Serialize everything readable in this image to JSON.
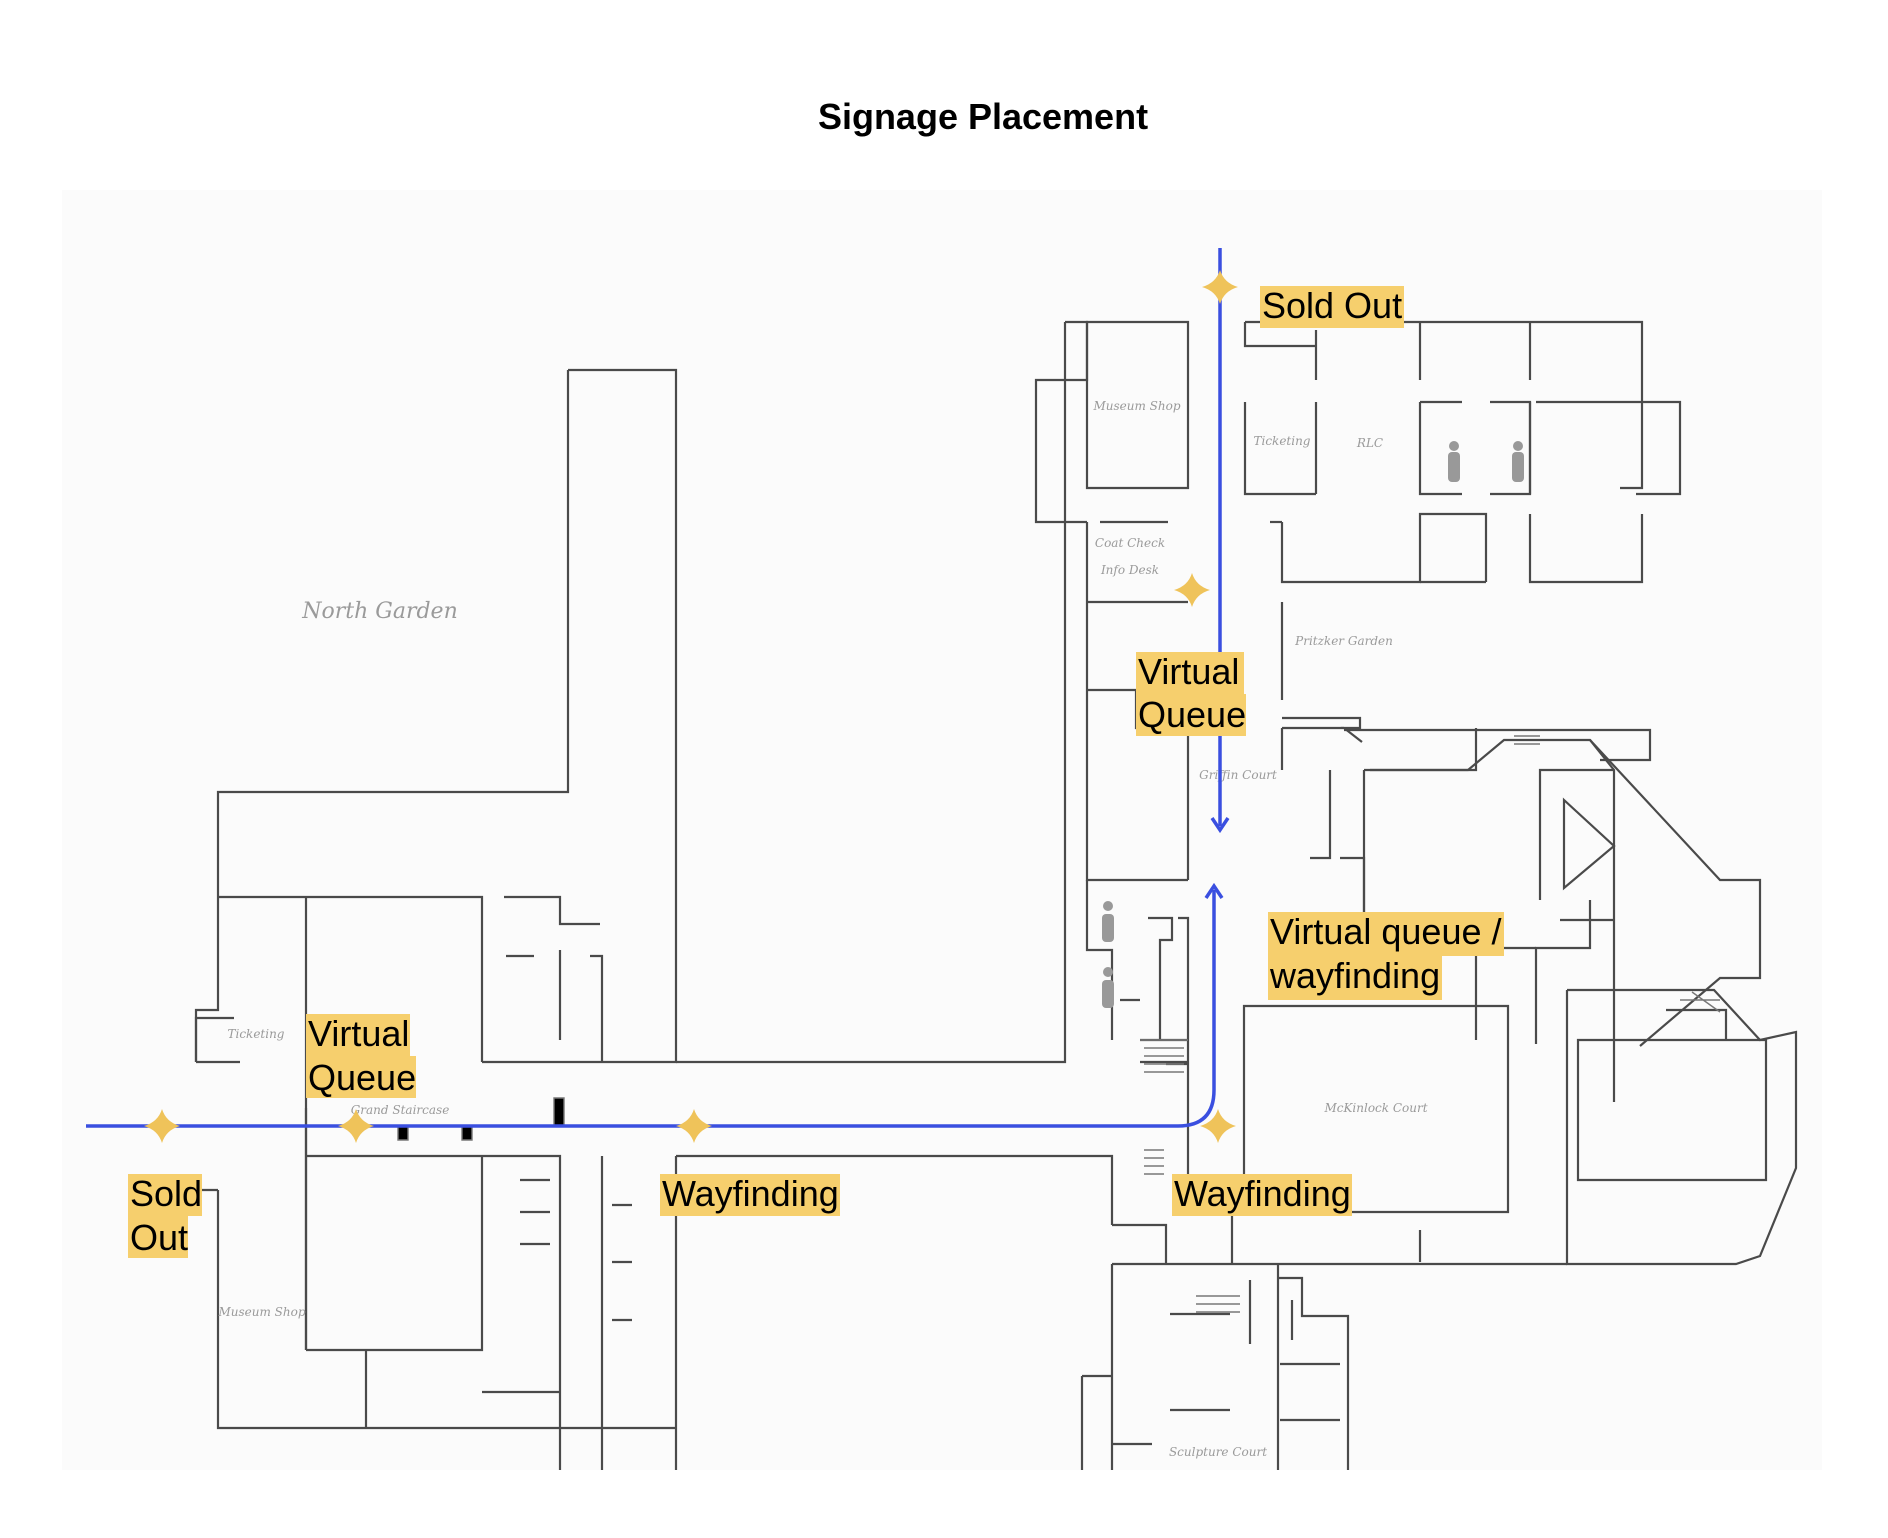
{
  "title": "Signage Placement",
  "colors": {
    "route": "#3a4fe0",
    "sign_marker": "#efc35a",
    "label_highlight": "#f6cf6d",
    "walls": "#4a4a4a"
  },
  "rooms": {
    "north_garden": "North Garden",
    "museum_shop_north": "Museum Shop",
    "ticketing_east": "Ticketing",
    "rlc": "RLC",
    "coat_check": "Coat Check",
    "info_desk": "Info Desk",
    "pritzker_garden": "Pritzker Garden",
    "griffin_court": "Griffin Court",
    "mckinlock_court": "McKinlock Court",
    "sculpture_court": "Sculpture Court",
    "ticketing_west": "Ticketing",
    "grand_staircase": "Grand Staircase",
    "museum_shop_west": "Museum Shop"
  },
  "signs": [
    {
      "id": "sold-out-north",
      "lines": [
        "Sold Out"
      ]
    },
    {
      "id": "virtual-queue-center",
      "lines": [
        "Virtual",
        "Queue"
      ]
    },
    {
      "id": "virtual-queue-wayfinding",
      "lines": [
        "Virtual queue /",
        "wayfinding"
      ]
    },
    {
      "id": "virtual-queue-west",
      "lines": [
        "Virtual",
        "Queue"
      ]
    },
    {
      "id": "sold-out-west",
      "lines": [
        "Sold",
        "Out"
      ]
    },
    {
      "id": "wayfinding-middle",
      "lines": [
        "Wayfinding"
      ]
    },
    {
      "id": "wayfinding-east",
      "lines": [
        "Wayfinding"
      ]
    }
  ]
}
